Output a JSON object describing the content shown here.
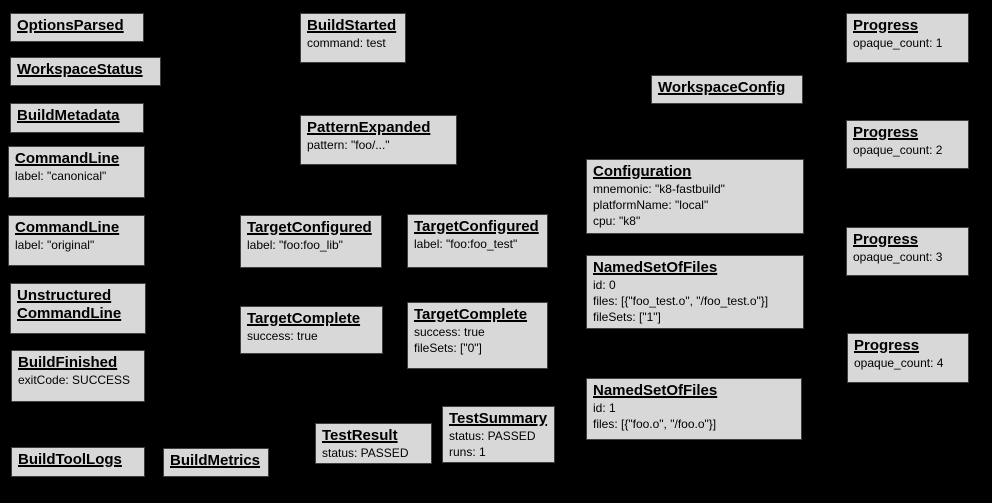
{
  "diagram": {
    "name": "build-event-protocol-graph",
    "background_color": "#000000",
    "box_fill_color": "#d8d8d8",
    "box_border_color": "#3f3f3f",
    "text_color": "#000000"
  },
  "boxes": [
    {
      "id": "options-parsed",
      "title": "OptionsParsed",
      "fields": []
    },
    {
      "id": "workspace-status",
      "title": "WorkspaceStatus",
      "fields": []
    },
    {
      "id": "build-metadata",
      "title": "BuildMetadata",
      "fields": []
    },
    {
      "id": "command-line-canonical",
      "title": "CommandLine",
      "fields": [
        "label: \"canonical\""
      ]
    },
    {
      "id": "command-line-original",
      "title": "CommandLine",
      "fields": [
        "label: \"original\""
      ]
    },
    {
      "id": "unstructured-command-line",
      "title": "Unstructured CommandLine",
      "fields": []
    },
    {
      "id": "build-finished",
      "title": "BuildFinished",
      "fields": [
        "exitCode: SUCCESS"
      ]
    },
    {
      "id": "build-tool-logs",
      "title": "BuildToolLogs",
      "fields": []
    },
    {
      "id": "build-metrics",
      "title": "BuildMetrics",
      "fields": []
    },
    {
      "id": "build-started",
      "title": "BuildStarted",
      "fields": [
        "command: test"
      ]
    },
    {
      "id": "pattern-expanded",
      "title": "PatternExpanded",
      "fields": [
        "pattern: \"foo/...\""
      ]
    },
    {
      "id": "target-configured-lib",
      "title": "TargetConfigured",
      "fields": [
        "label: \"foo:foo_lib\""
      ]
    },
    {
      "id": "target-configured-test",
      "title": "TargetConfigured",
      "fields": [
        "label: \"foo:foo_test\""
      ]
    },
    {
      "id": "target-complete-lib",
      "title": "TargetComplete",
      "fields": [
        "success: true"
      ]
    },
    {
      "id": "target-complete-test",
      "title": "TargetComplete",
      "fields": [
        "success: true",
        "fileSets: [\"0\"]"
      ]
    },
    {
      "id": "test-result",
      "title": "TestResult",
      "fields": [
        "status: PASSED"
      ]
    },
    {
      "id": "test-summary",
      "title": "TestSummary",
      "fields": [
        "status: PASSED",
        "runs: 1"
      ]
    },
    {
      "id": "workspace-config",
      "title": "WorkspaceConfig",
      "fields": []
    },
    {
      "id": "configuration",
      "title": "Configuration",
      "fields": [
        "mnemonic: \"k8-fastbuild\"",
        "platformName: \"local\"",
        "cpu: \"k8\""
      ]
    },
    {
      "id": "named-set-of-files-0",
      "title": "NamedSetOfFiles",
      "fields": [
        "id: 0",
        "files: [{\"foo_test.o\", \"/foo_test.o\"}]",
        "fileSets: [\"1\"]"
      ]
    },
    {
      "id": "named-set-of-files-1",
      "title": "NamedSetOfFiles",
      "fields": [
        "id: 1",
        "files: [{\"foo.o\", \"/foo.o\"}]"
      ]
    },
    {
      "id": "progress-1",
      "title": "Progress",
      "fields": [
        "opaque_count: 1"
      ]
    },
    {
      "id": "progress-2",
      "title": "Progress",
      "fields": [
        "opaque_count: 2"
      ]
    },
    {
      "id": "progress-3",
      "title": "Progress",
      "fields": [
        "opaque_count: 3"
      ]
    },
    {
      "id": "progress-4",
      "title": "Progress",
      "fields": [
        "opaque_count: 4"
      ]
    }
  ]
}
